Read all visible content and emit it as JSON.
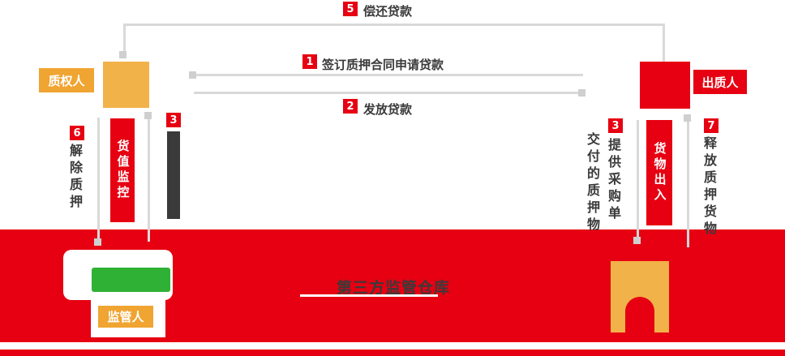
{
  "steps": {
    "s1": {
      "num": "1",
      "label": "签订质押合同申请贷款"
    },
    "s2": {
      "num": "2",
      "label": "发放贷款"
    },
    "s3a": {
      "num": "3"
    },
    "s3b": {
      "num": "3",
      "label": "提供采购单",
      "label2": "交付的质押物"
    },
    "s5": {
      "num": "5",
      "label": "偿还贷款"
    },
    "s6": {
      "num": "6",
      "label": "解除质押"
    },
    "s7": {
      "num": "7",
      "label": "释放质押货物"
    }
  },
  "actors": {
    "pledgee": "质权人",
    "pledgor": "出质人",
    "supervisor": "监管人"
  },
  "monitors": {
    "value_monitor": "货值监控",
    "goods_in_out": "货物出入"
  },
  "warehouse": {
    "label": "第三方监管仓库"
  },
  "colors": {
    "primary_red": "#e60012",
    "orange": "#f0a431",
    "block_orange": "#f2b24a",
    "green": "#2fb135",
    "dark_gray": "#3a3a3a",
    "line_gray": "#d9d9d9"
  }
}
